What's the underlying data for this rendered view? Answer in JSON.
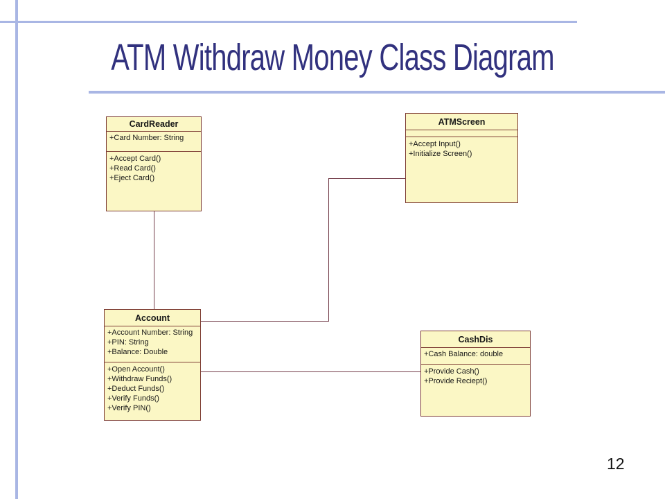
{
  "slide": {
    "title": "ATM Withdraw Money Class Diagram",
    "page_number": "12"
  },
  "colors": {
    "accent-line": "#a9b6e4",
    "title-text": "#31317e",
    "class-fill": "#fbf7c5",
    "class-border": "#7d3b33",
    "connector": "#733c49"
  },
  "diagram": {
    "classes": [
      {
        "name": "CardReader",
        "attributes": [
          "+Card Number: String"
        ],
        "methods": [
          "+Accept Card()",
          "+Read Card()",
          "+Eject Card()"
        ]
      },
      {
        "name": "ATMScreen",
        "attributes": [],
        "methods": [
          "+Accept Input()",
          "+Initialize Screen()"
        ]
      },
      {
        "name": "Account",
        "attributes": [
          "+Account Number: String",
          "+PIN: String",
          "+Balance: Double"
        ],
        "methods": [
          "+Open Account()",
          "+Withdraw Funds()",
          "+Deduct Funds()",
          "+Verify Funds()",
          "+Verify PIN()"
        ]
      },
      {
        "name": "CashDis",
        "attributes": [
          "+Cash Balance: double"
        ],
        "methods": [
          "+Provide Cash()",
          "+Provide Reciept()"
        ]
      }
    ],
    "relationships": [
      {
        "from": "CardReader",
        "to": "Account"
      },
      {
        "from": "ATMScreen",
        "to": "Account"
      },
      {
        "from": "Account",
        "to": "CashDis"
      }
    ]
  }
}
